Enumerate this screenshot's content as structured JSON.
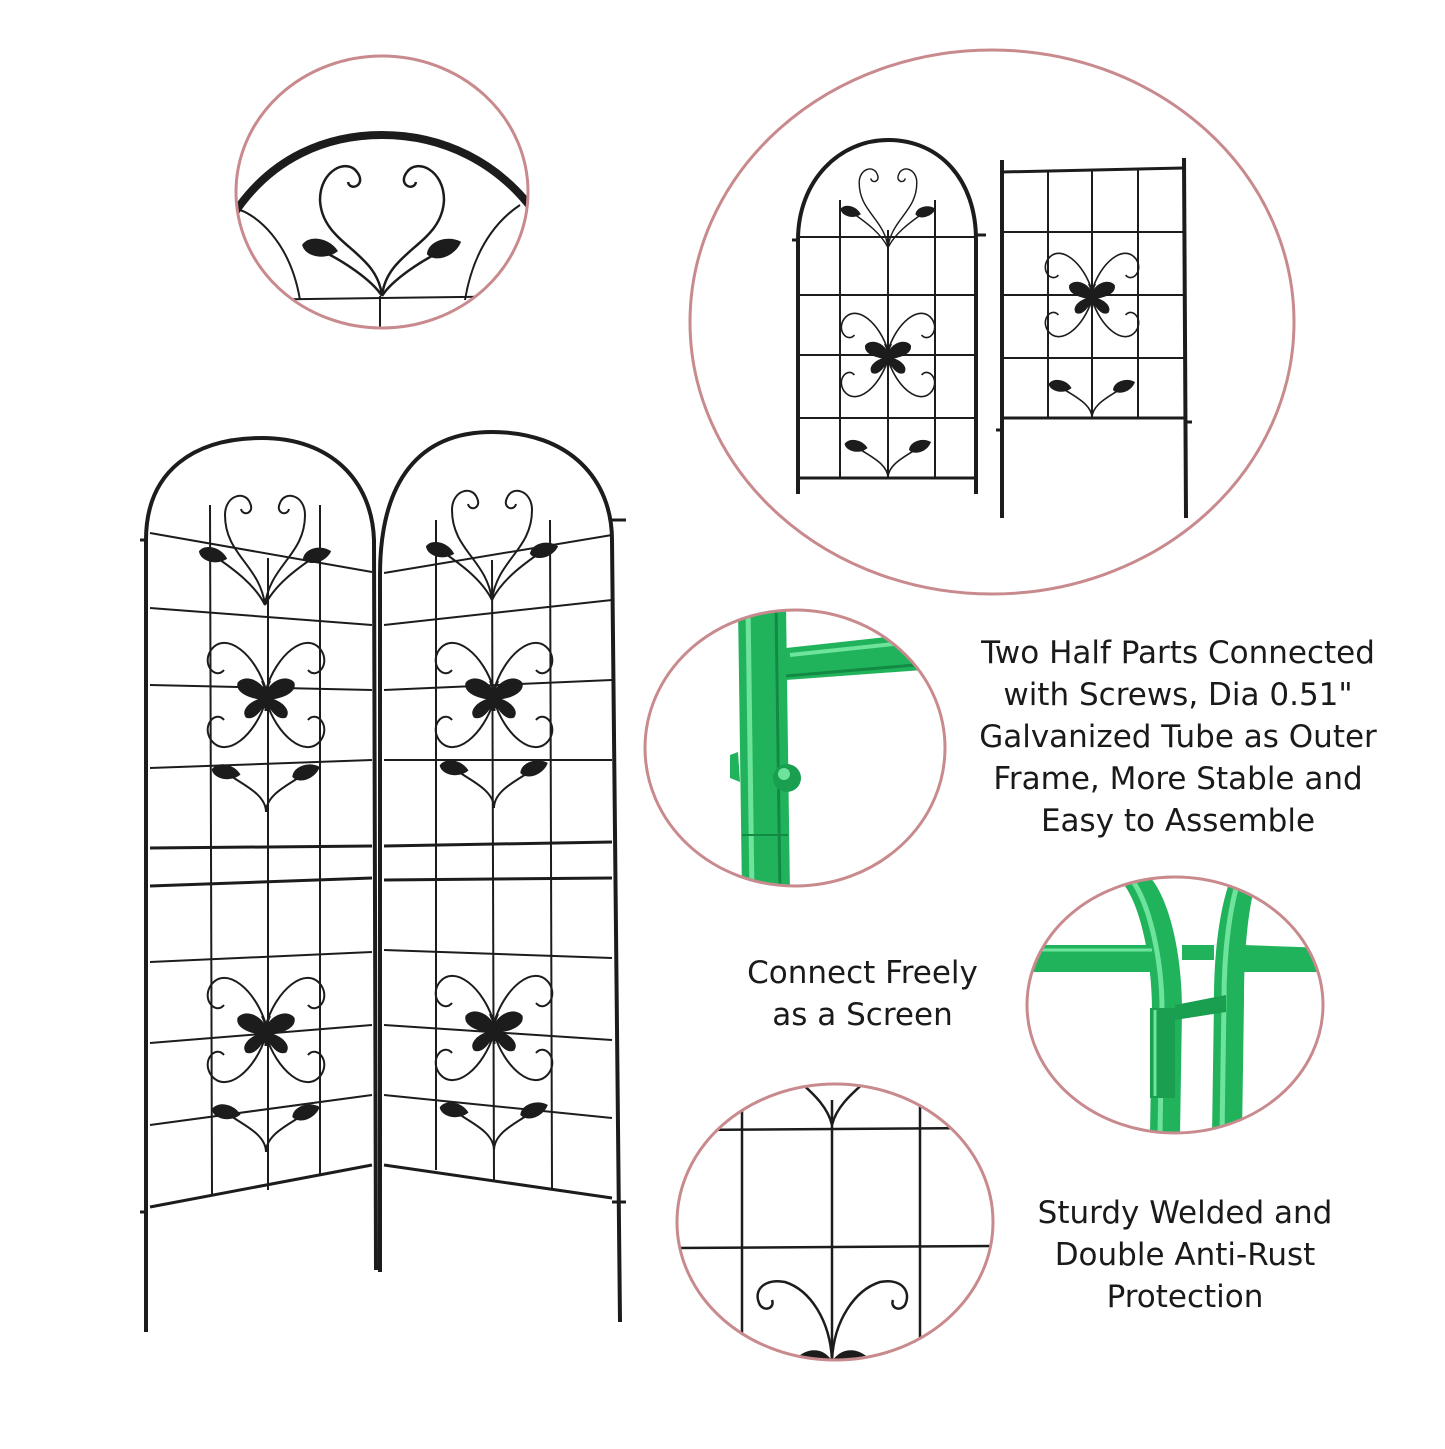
{
  "product": {
    "captions": {
      "assembly": [
        "Two Half Parts Connected",
        "with Screws, Dia 0.51\"",
        "Galvanized Tube as Outer",
        "Frame, More Stable and",
        "Easy to Assemble"
      ],
      "screen": [
        "Connect Freely",
        "as a Screen"
      ],
      "rust": [
        "Sturdy Welded and",
        "Double Anti-Rust",
        "Protection"
      ]
    },
    "colors": {
      "background": "#ffffff",
      "metal": "#1c1c1c",
      "circle_border": "#c98a8e",
      "tube_green": "#1fb15a",
      "tube_green_light": "#5fd88f",
      "text": "#1a1a1a"
    },
    "icons": [
      "butterfly-icon",
      "leaf-icon",
      "scroll-icon"
    ]
  }
}
